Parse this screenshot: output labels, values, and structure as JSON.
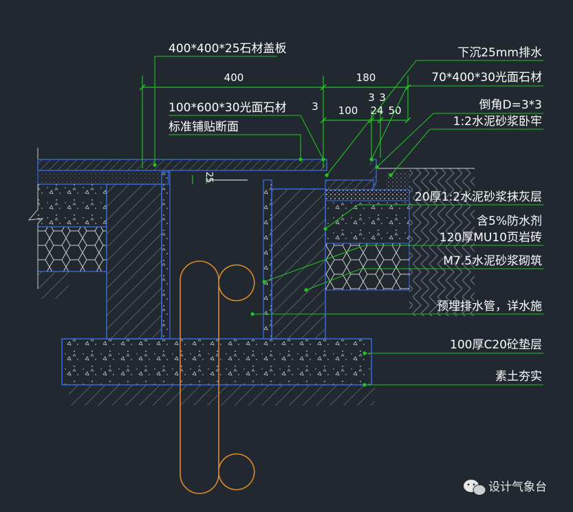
{
  "colors": {
    "background": "#212830",
    "outline": "#3a6fe8",
    "hatch": "#6e7680",
    "leader": "#22c322",
    "text": "#ffffff",
    "pipe": "#e08a2a",
    "mortar": "#c0c0c0"
  },
  "dimensions": {
    "cover_width": "400",
    "right_total": "180",
    "gap_left": "3",
    "stone_width": "100",
    "small_a": "3",
    "small_b": "3",
    "small_c": "24",
    "small_d": "50",
    "drop": "25"
  },
  "labels": {
    "cover_plate": "400*400*25石材盖板",
    "stone_left_1": "100*600*30光面石材",
    "stone_left_2": "标准铺贴断面",
    "drop_note": "下沉25mm排水",
    "stone_right": "70*400*30光面石材",
    "chamfer": "倒角D=3*3",
    "bedding": "1:2水泥砂浆卧牢",
    "plaster_1": "20厚1:2水泥砂浆抹灰层",
    "plaster_2": "含5%防水剂",
    "brick": "120厚MU10页岩砖",
    "mortar_masonry": "M7.5水泥砂浆砌筑",
    "pipe": "预埋排水管，详水施",
    "concrete": "100厚C20砼垫层",
    "soil": "素土夯实"
  },
  "watermark": {
    "icon": "wechat-icon",
    "text": "设计气象台"
  }
}
